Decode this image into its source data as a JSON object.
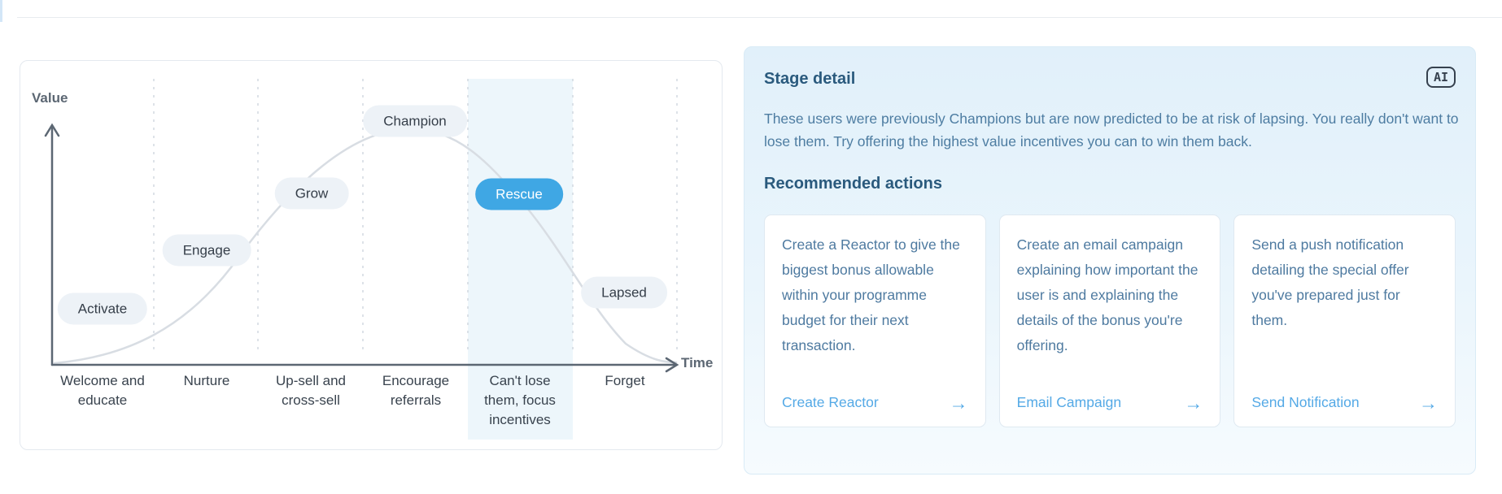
{
  "chart_data": {
    "type": "line",
    "ylabel": "Value",
    "xlabel": "Time",
    "zones": [
      "Welcome and educate",
      "Nurture",
      "Up-sell and cross-sell",
      "Encourage referrals",
      "Can't lose them, focus incentives",
      "Forget"
    ],
    "highlighted_zone_index": 4,
    "stages": [
      {
        "label": "Activate",
        "selected": false
      },
      {
        "label": "Engage",
        "selected": false
      },
      {
        "label": "Grow",
        "selected": false
      },
      {
        "label": "Champion",
        "selected": false
      },
      {
        "label": "Rescue",
        "selected": true
      },
      {
        "label": "Lapsed",
        "selected": false
      }
    ],
    "curve": "bell-shaped customer value curve rising from origin through Activate, Engage, Grow to a peak at Champion, then falling through Rescue and Lapsed toward zero in the Forget zone"
  },
  "stage_detail": {
    "title": "Stage detail",
    "ai_badge_label": "AI",
    "description": "These users were previously Champions but are now predicted to be at risk of lapsing. You really don't want to lose them. Try offering the highest value incentives you can to win them back.",
    "actions_title": "Recommended actions",
    "actions": [
      {
        "description": "Create a Reactor to give the biggest bonus allowable within your programme budget for their next transaction.",
        "link_label": "Create Reactor",
        "arrow": "→"
      },
      {
        "description": "Create an email campaign explaining how important the user is and explaining the details of the bonus you're offering.",
        "link_label": "Email Campaign",
        "arrow": "→"
      },
      {
        "description": "Send a push notification detailing the special offer you've prepared just for them.",
        "link_label": "Send Notification",
        "arrow": "→"
      }
    ]
  },
  "colors": {
    "selected_stage_blue": "#3fa7e4",
    "link_blue": "#54a9e6",
    "heading_blue": "#2a5a7d",
    "body_text_blue": "#4e7da2",
    "highlight_band": "#edf6fb",
    "pill_background": "#edf2f7",
    "panel_background_top": "#e1f0fa",
    "panel_background_bottom": "#f6fbfe"
  }
}
